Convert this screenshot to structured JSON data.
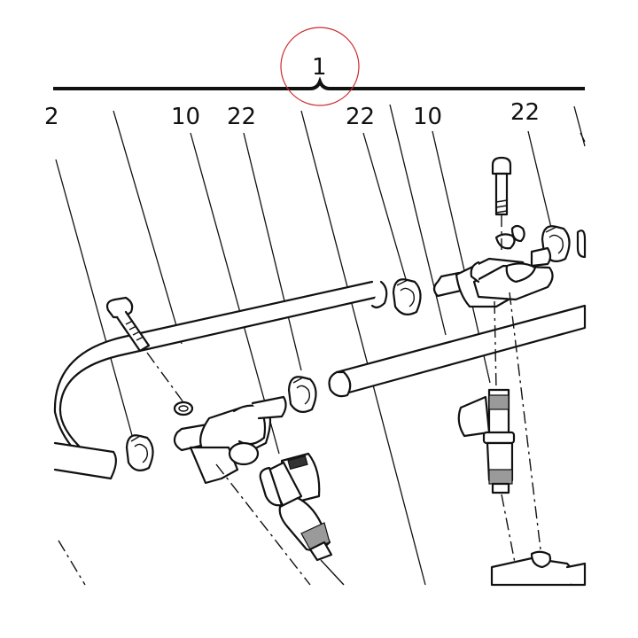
{
  "bracket_label": "1",
  "highlight_color": "#cc2a2a",
  "callouts": [
    {
      "id": "left-edge",
      "text": "2"
    },
    {
      "id": "a",
      "text": "10"
    },
    {
      "id": "b",
      "text": "22"
    },
    {
      "id": "c",
      "text": "22"
    },
    {
      "id": "d",
      "text": "10"
    },
    {
      "id": "e",
      "text": "22"
    }
  ]
}
